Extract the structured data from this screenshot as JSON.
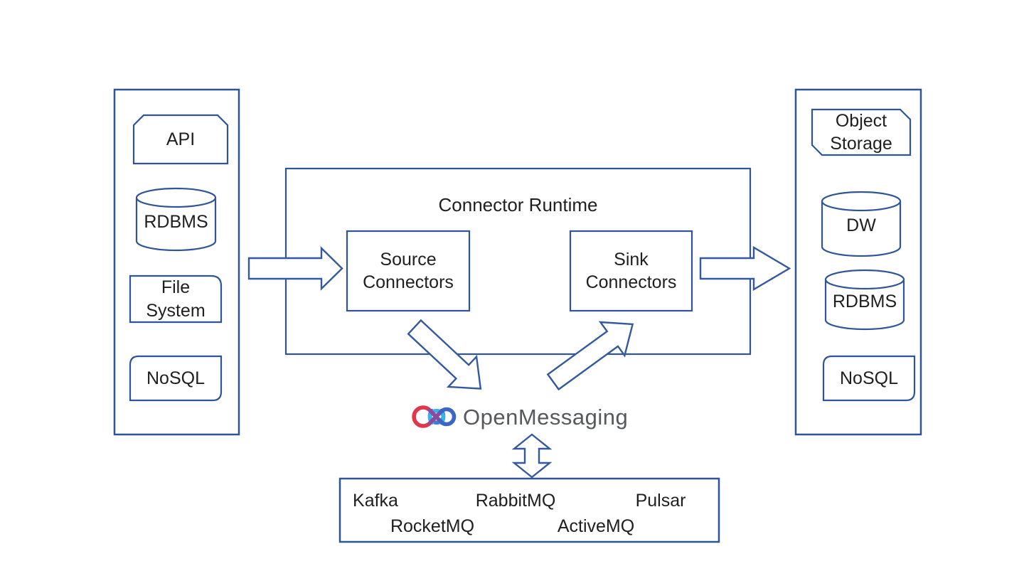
{
  "colors": {
    "shape_border": "#2f5597",
    "arrow_border": "#35599f",
    "text": "#1f1f1f",
    "logo_text_color": "#55585c",
    "logo_red": "#e0384b",
    "logo_purple": "#8b4a9e",
    "logo_blue": "#3d66c4",
    "logo_top_arc": "#3f7bd8",
    "logo_bottom_arc": "#35b5e5",
    "background": "#ffffff"
  },
  "left_panel": {
    "api": "API",
    "rdbms": "RDBMS",
    "file_system": "File System",
    "nosql": "NoSQL"
  },
  "runtime": {
    "title": "Connector Runtime",
    "source": "Source Connectors",
    "sink": "Sink Connectors"
  },
  "logo": {
    "text": "OpenMessaging"
  },
  "mq_panel": {
    "kafka": "Kafka",
    "rabbitmq": "RabbitMQ",
    "pulsar": "Pulsar",
    "rocketmq": "RocketMQ",
    "activemq": "ActiveMQ"
  },
  "right_panel": {
    "object_storage": "Object Storage",
    "dw": "DW",
    "rdbms": "RDBMS",
    "nosql": "NoSQL"
  }
}
